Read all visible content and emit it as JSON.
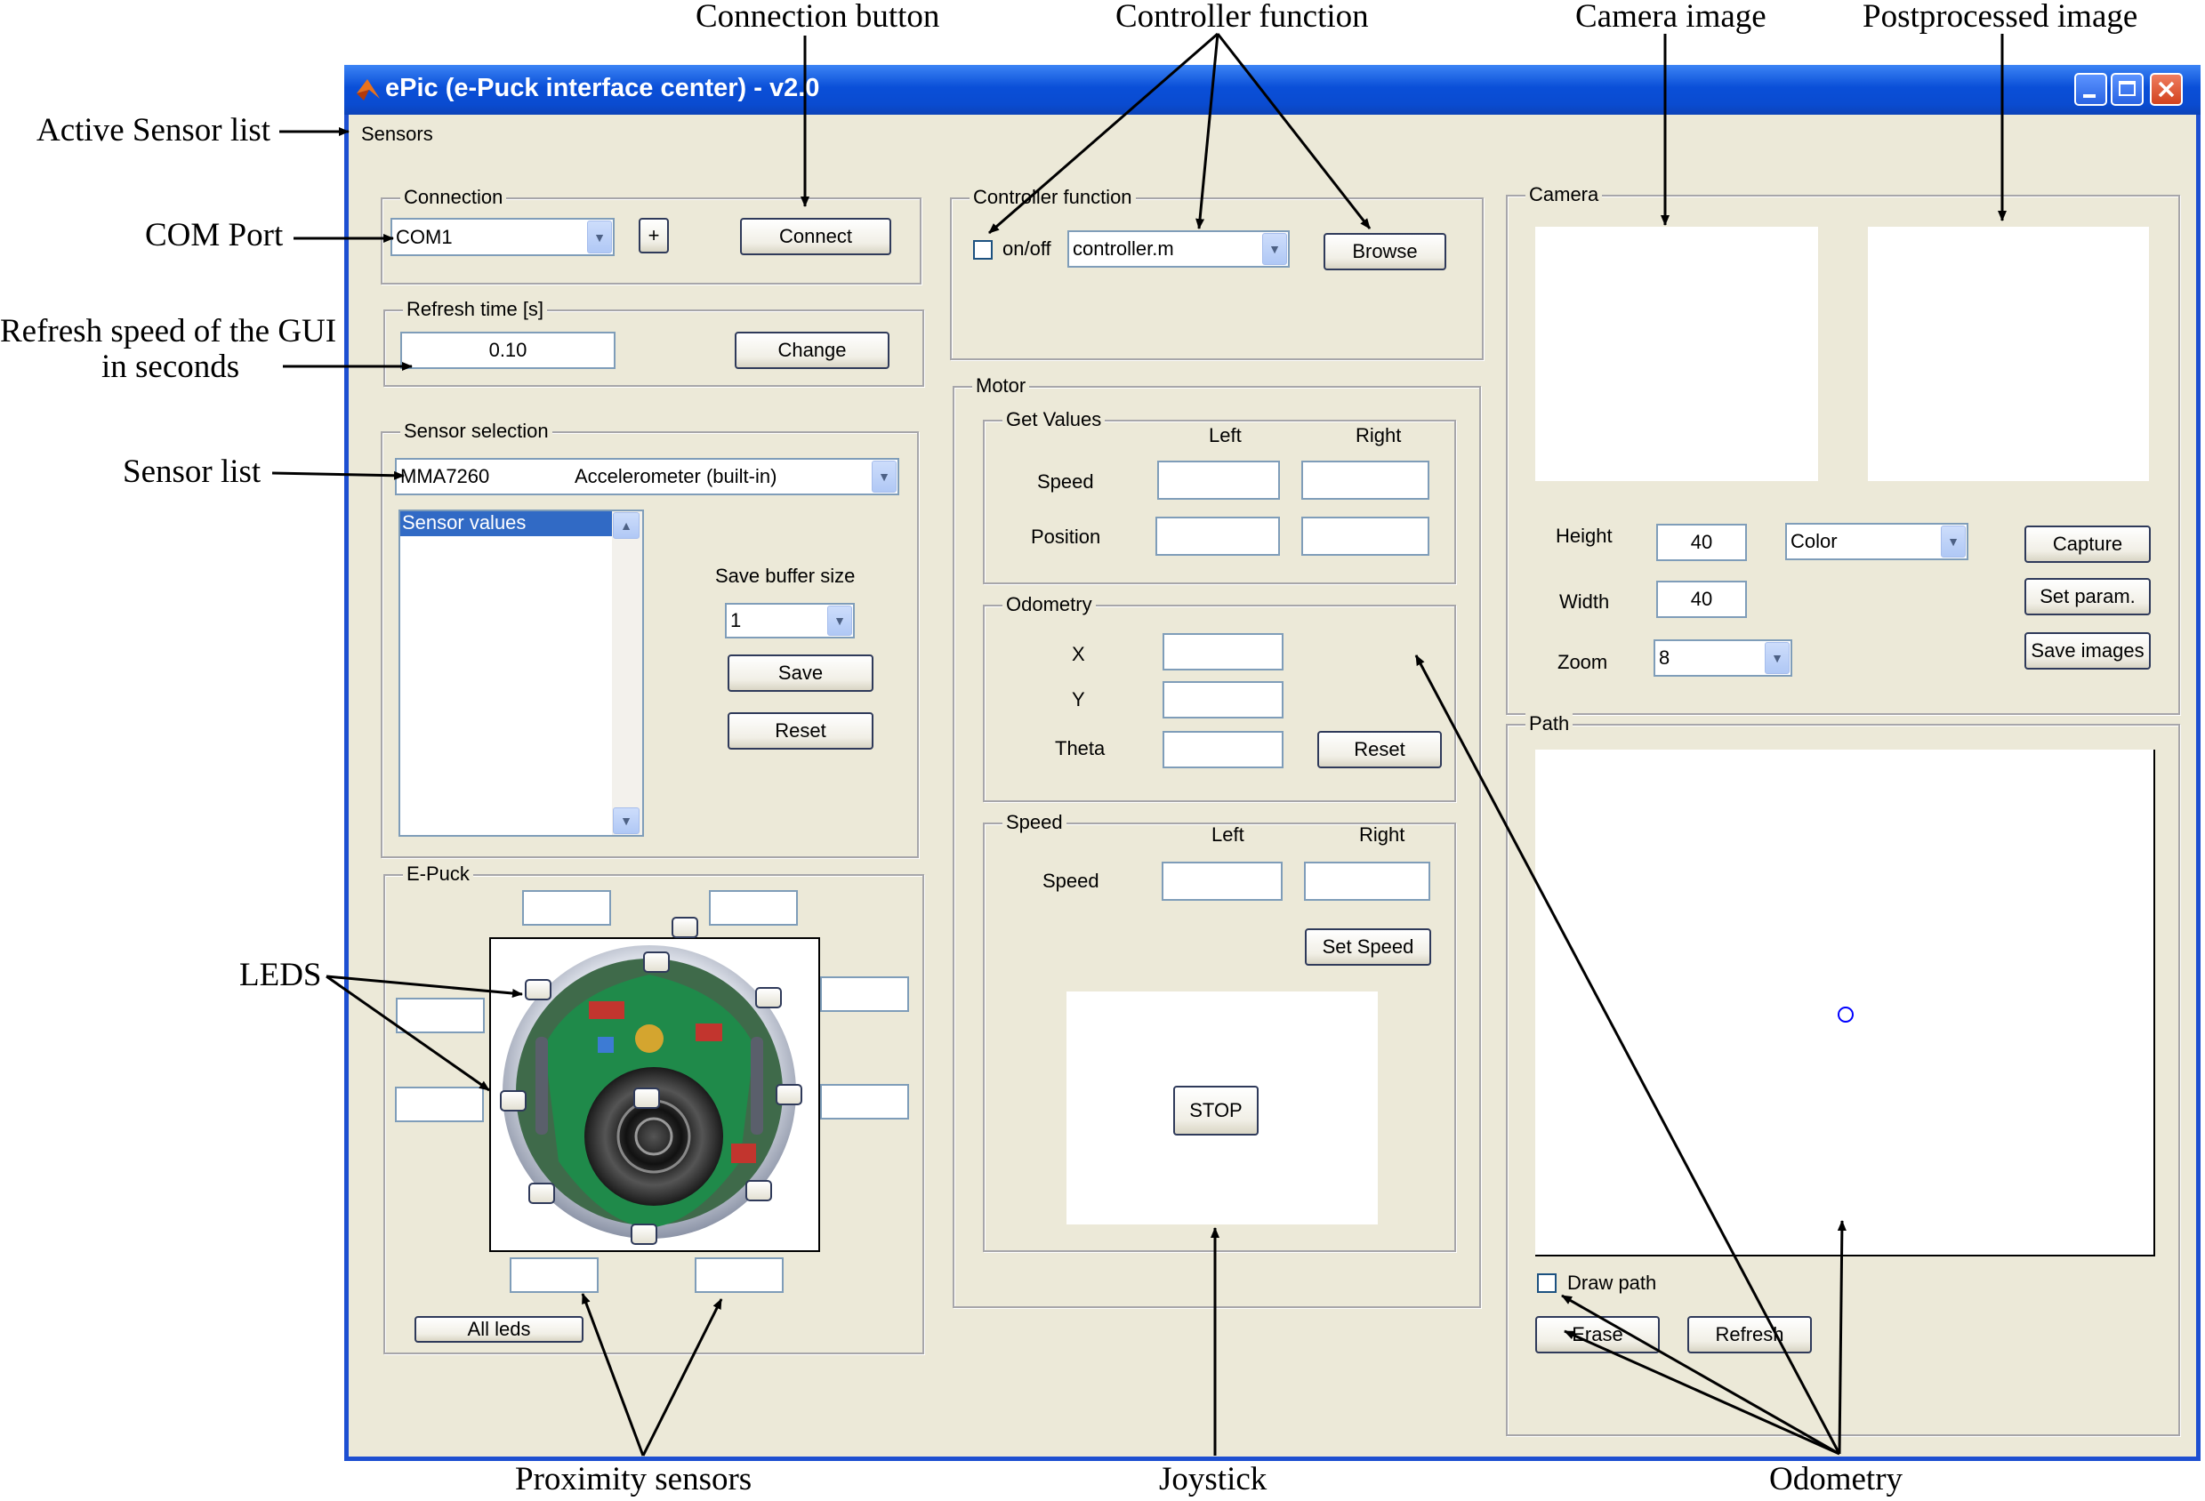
{
  "annotations": {
    "connection_button": "Connection button",
    "controller_function": "Controller function",
    "camera_image": "Camera image",
    "postprocessed_image": "Postprocessed image",
    "active_sensor_list": "Active Sensor list",
    "com_port": "COM Port",
    "refresh_speed_line1": "Refresh speed of the GUI",
    "refresh_speed_line2": "in seconds",
    "sensor_list": "Sensor list",
    "leds": "LEDS",
    "proximity_sensors": "Proximity sensors",
    "joystick": "Joystick",
    "odometry": "Odometry"
  },
  "window": {
    "title": "ePic (e-Puck interface center) - v2.0",
    "menu": [
      "Sensors"
    ]
  },
  "connection": {
    "label": "Connection",
    "port": "COM1",
    "plus": "+",
    "connect": "Connect"
  },
  "refresh": {
    "label": "Refresh time [s]",
    "value": "0.10",
    "change": "Change"
  },
  "sensor_selection": {
    "label": "Sensor selection",
    "sensor_code": "MMA7260",
    "sensor_name": "Accelerometer (built-in)",
    "list_item": "Sensor values",
    "buffer_label": "Save buffer size",
    "buffer_value": "1",
    "save": "Save",
    "reset": "Reset"
  },
  "epuck": {
    "label": "E-Puck",
    "all_leds": "All leds"
  },
  "controller": {
    "label": "Controller function",
    "onoff": "on/off",
    "file": "controller.m",
    "browse": "Browse"
  },
  "motor": {
    "label": "Motor",
    "get_values": {
      "label": "Get Values",
      "left": "Left",
      "right": "Right",
      "speed": "Speed",
      "position": "Position"
    },
    "odometry": {
      "label": "Odometry",
      "x": "X",
      "y": "Y",
      "theta": "Theta",
      "reset": "Reset"
    },
    "speed": {
      "label": "Speed",
      "left": "Left",
      "right": "Right",
      "speed": "Speed",
      "set_speed": "Set Speed",
      "stop": "STOP"
    }
  },
  "camera": {
    "label": "Camera",
    "height_label": "Height",
    "height_value": "40",
    "width_label": "Width",
    "width_value": "40",
    "zoom_label": "Zoom",
    "zoom_value": "8",
    "mode": "Color",
    "capture": "Capture",
    "set_param": "Set param.",
    "save_images": "Save images"
  },
  "path": {
    "label": "Path",
    "draw_path": "Draw path",
    "erase": "Erase",
    "refresh": "Refresh",
    "marker_color": "#0000ff"
  }
}
